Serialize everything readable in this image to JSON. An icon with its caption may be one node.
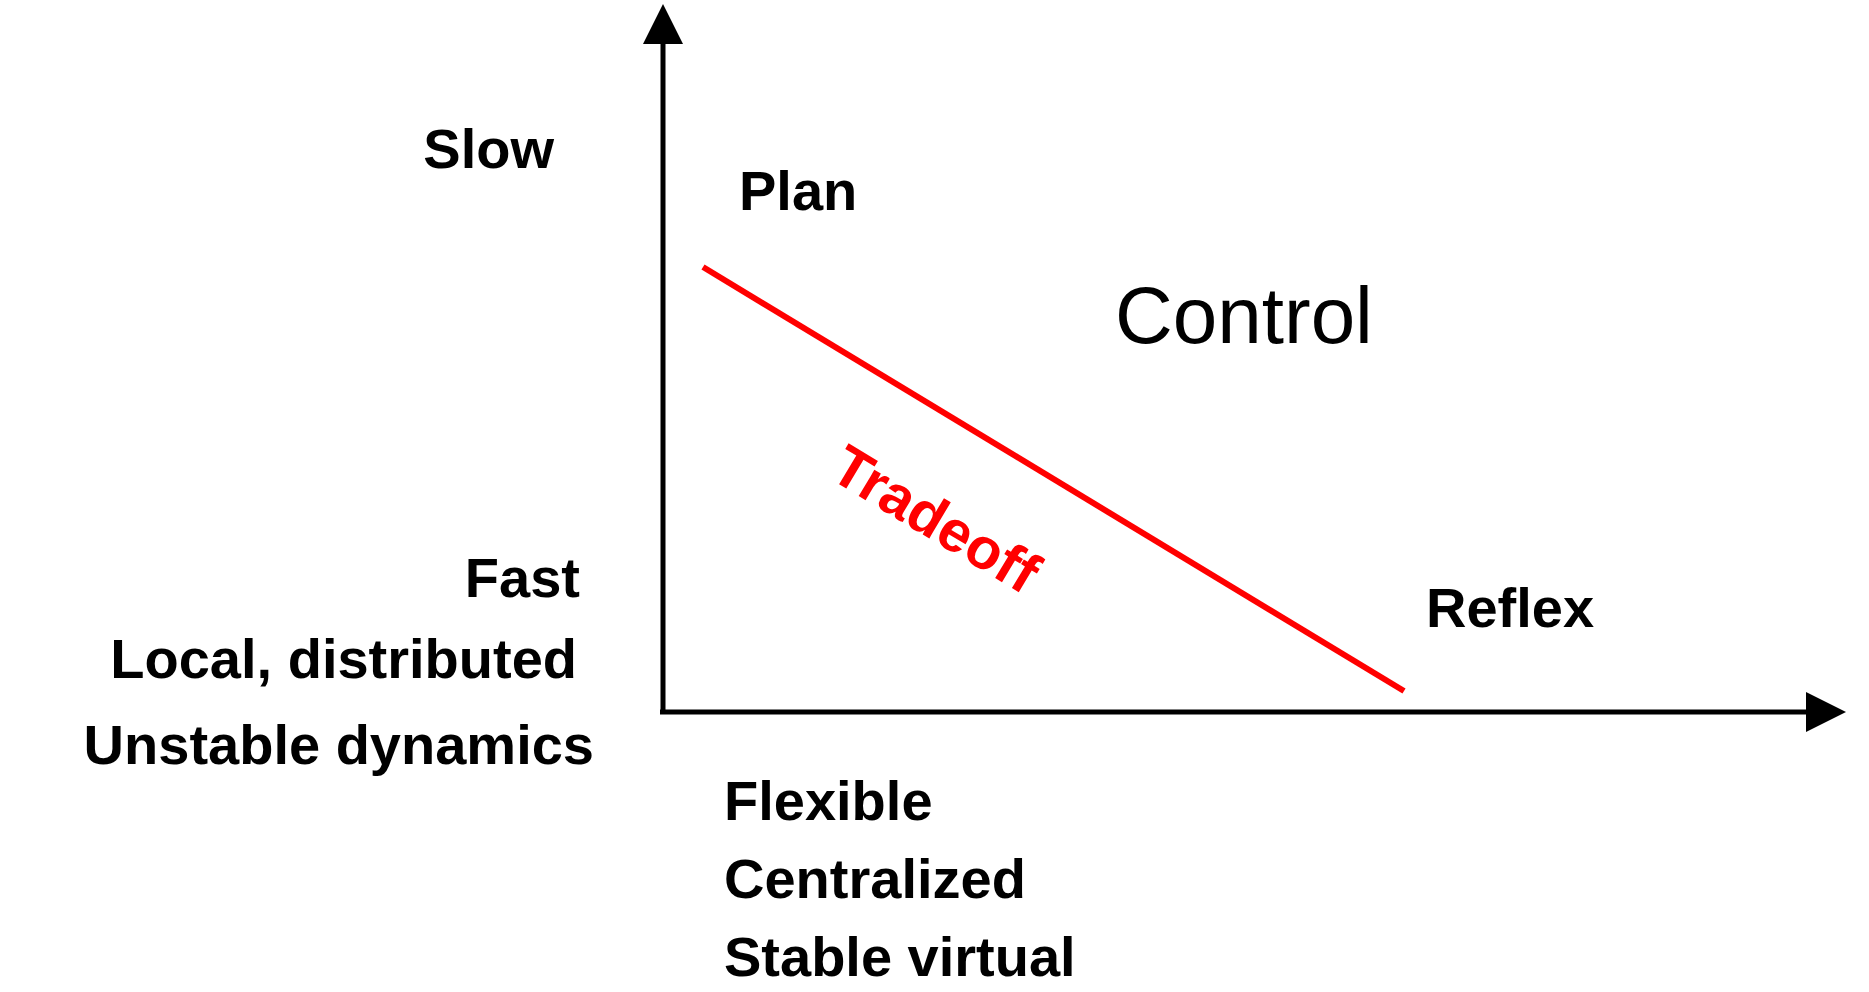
{
  "diagram": {
    "labels": [
      "Slow",
      "Plan",
      "Control",
      "Tradeoff",
      "Fast",
      "Reflex",
      "Local, distributed",
      "Unstable dynamics",
      "Flexible",
      "Centralized",
      "Stable virtual"
    ]
  }
}
